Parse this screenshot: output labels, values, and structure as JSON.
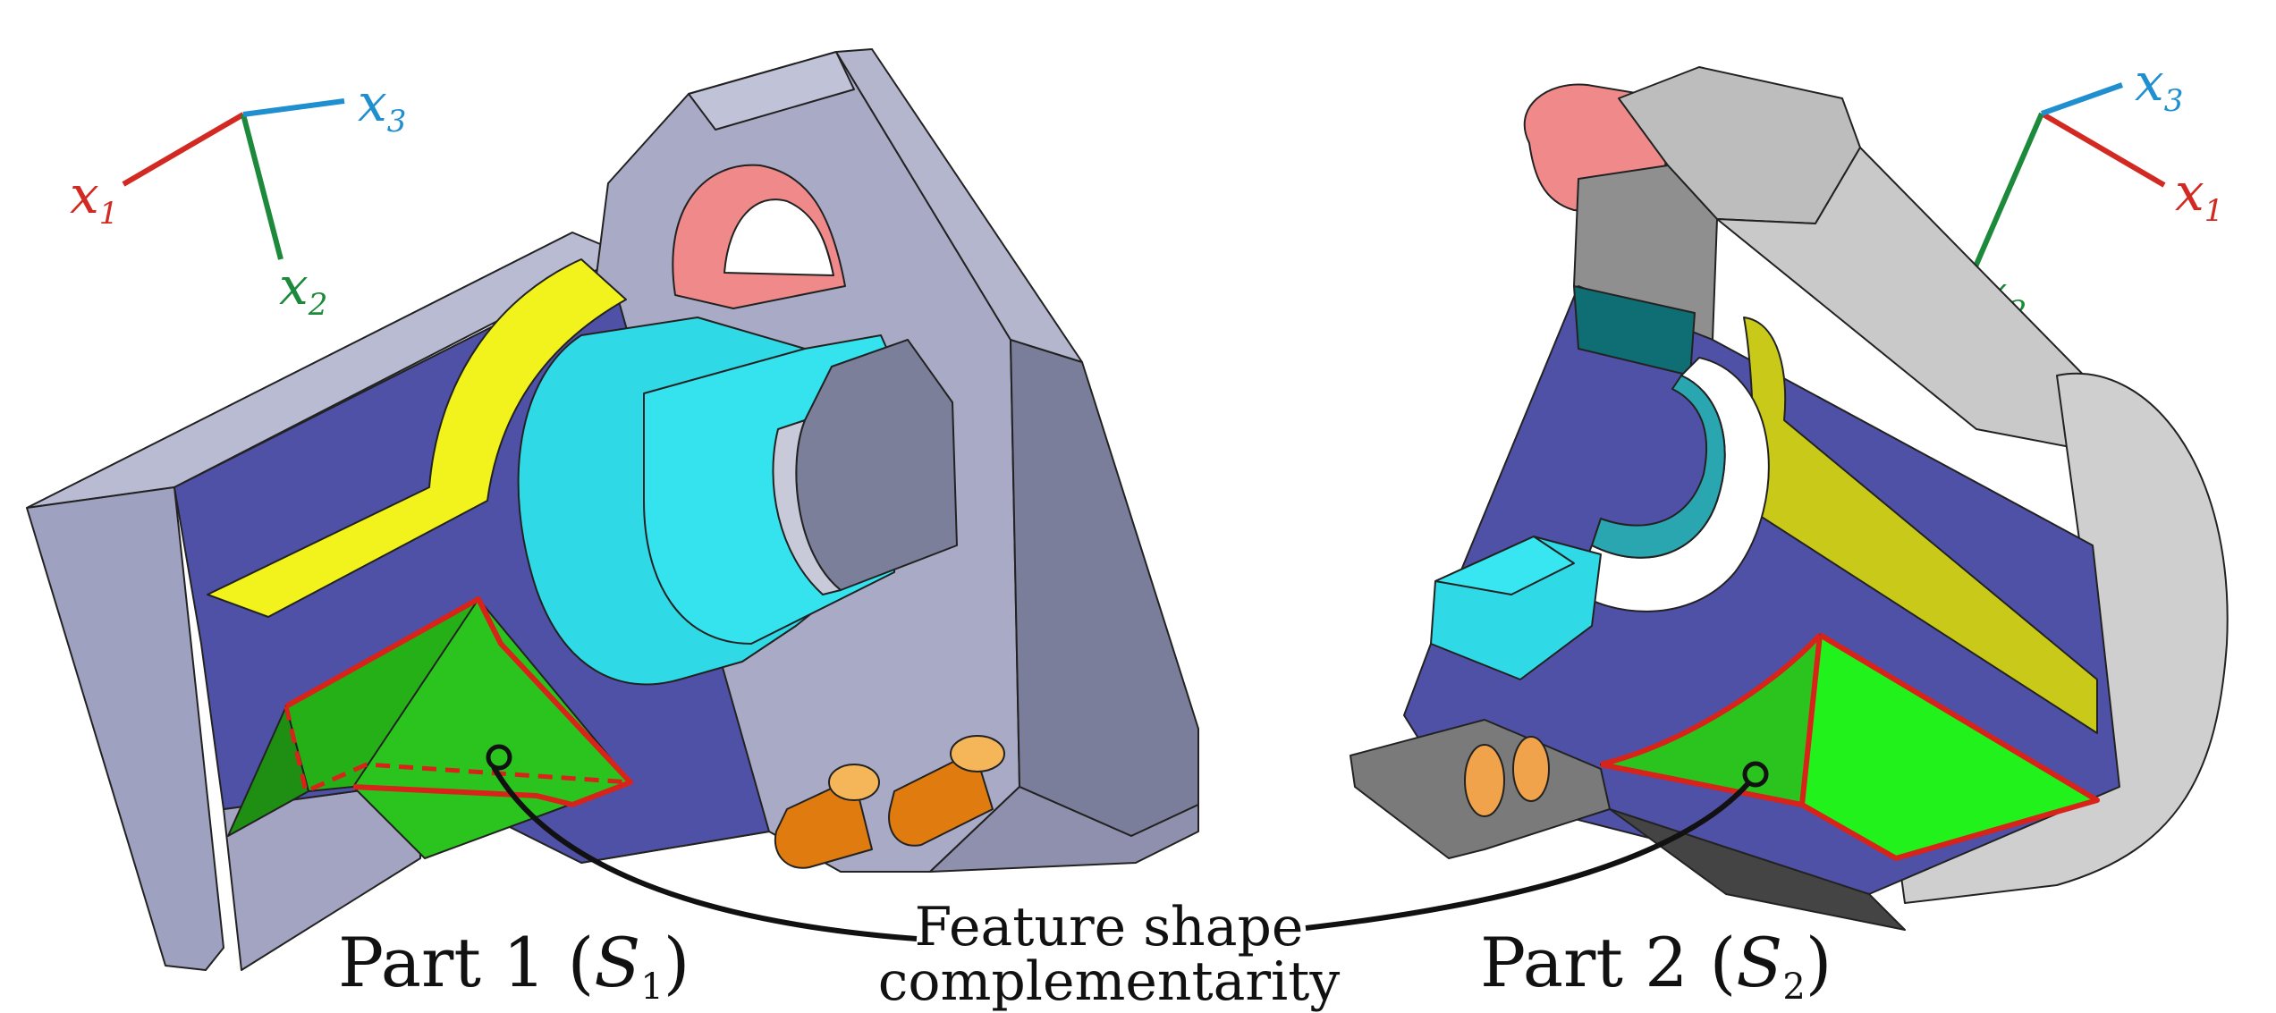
{
  "figure": {
    "part1": {
      "label_main": "Part 1 (",
      "label_var": "S",
      "label_sub": "1",
      "label_close": ")"
    },
    "part2": {
      "label_main": "Part 2 (",
      "label_var": "S",
      "label_sub": "2",
      "label_close": ")"
    },
    "annotation": {
      "line1": "Feature shape",
      "line2": "complementarity"
    },
    "axes_left": {
      "x1": {
        "var": "x",
        "sub": "1",
        "color": "#d22a22"
      },
      "x2": {
        "var": "x",
        "sub": "2",
        "color": "#1c8a3a"
      },
      "x3": {
        "var": "x",
        "sub": "3",
        "color": "#1f8fd0"
      }
    },
    "axes_right": {
      "x1": {
        "var": "x",
        "sub": "1",
        "color": "#d22a22"
      },
      "x2": {
        "var": "x",
        "sub": "2",
        "color": "#1c8a3a"
      },
      "x3": {
        "var": "x",
        "sub": "3",
        "color": "#1f8fd0"
      }
    },
    "colors": {
      "part1_body": "#a9abc6",
      "part2_body": "#c4c4c4",
      "section_face": "#4f51a6",
      "cyan_feature": "#2fd9e6",
      "yellow_groove": "#f2f21c",
      "green_feature": "#2bc41e",
      "bright_green": "#22f21b",
      "red_outline": "#d8231b",
      "pink_hole": "#f08a8a",
      "orange_pins": "#e07b10",
      "connector": "#111111"
    }
  }
}
